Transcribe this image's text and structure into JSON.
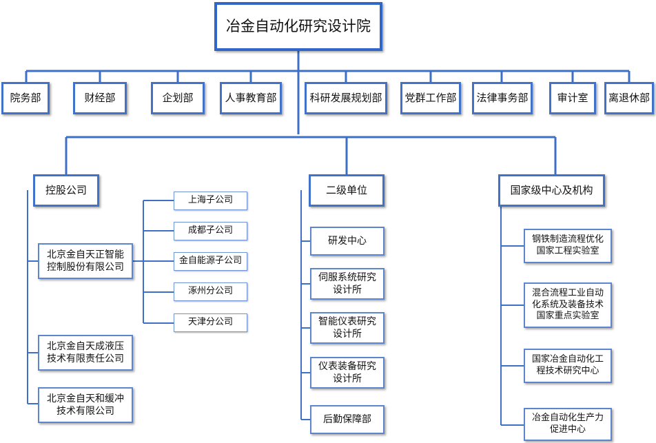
{
  "root": {
    "label": "冶金自动化研究设计院"
  },
  "departments": [
    "院务部",
    "财经部",
    "企划部",
    "人事教育部",
    "科研发展规划部",
    "党群工作部",
    "法律事务部",
    "审计室",
    "离退休部"
  ],
  "holding": {
    "title": "控股公司",
    "companies": [
      "北京金自天正智能\n控制股份有限公司",
      "北京金自天成液压\n技术有限责任公司",
      "北京金自天和缓冲\n技术有限公司"
    ],
    "subsidiaries": [
      "上海子公司",
      "成都子公司",
      "金自能源子公司",
      "涿州分公司",
      "天津分公司"
    ]
  },
  "secondary": {
    "title": "二级单位",
    "units": [
      "研发中心",
      "伺服系统研究\n设计所",
      "智能仪表研究\n设计所",
      "仪表装备研究\n设计所",
      "后勤保障部"
    ]
  },
  "national": {
    "title": "国家级中心及机构",
    "centers": [
      "钢铁制造流程优化\n国家工程实验室",
      "混合流程工业自动\n化系统及装备技术\n国家重点实验室",
      "国家冶金自动化工\n程技术研究中心",
      "冶金自动化生产力\n促进中心"
    ]
  }
}
